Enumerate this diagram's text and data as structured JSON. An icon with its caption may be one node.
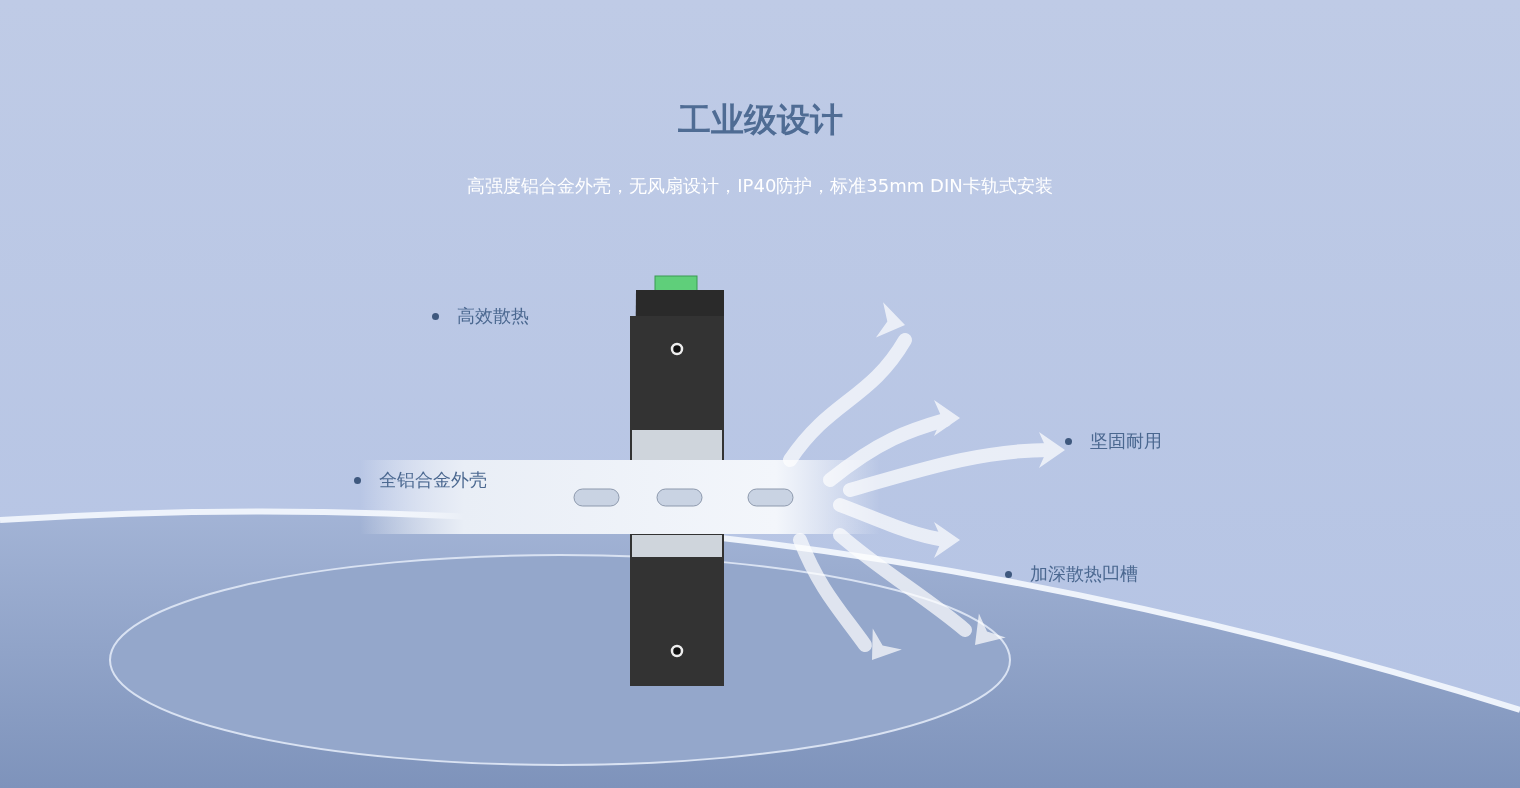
{
  "diagram": {
    "title": "工业级设计",
    "labels": [
      "高强度铝合金外壳，无风扇设计，IP40防护，标准35mm DIN卡轨式安装",
      "高效散热",
      "全铝合金外壳",
      "坚固耐用",
      "加深散热凹槽"
    ]
  }
}
